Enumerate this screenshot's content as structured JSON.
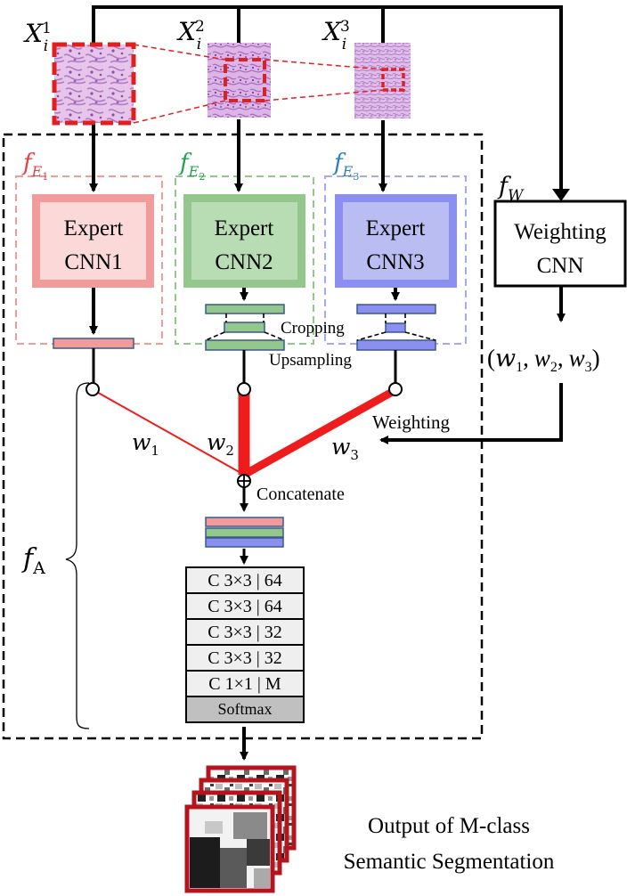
{
  "inputs": {
    "x1": {
      "base": "X",
      "sub": "i",
      "sup": "1"
    },
    "x2": {
      "base": "X",
      "sub": "i",
      "sup": "2"
    },
    "x3": {
      "base": "X",
      "sub": "i",
      "sup": "3"
    }
  },
  "experts": [
    {
      "func_base": "f",
      "func_sub": "E",
      "func_subsub": "1",
      "line1": "Expert",
      "line2": "CNN1",
      "color": "#e8403f",
      "fill": "#f8c9c9",
      "inner": "#fbd9d9",
      "bar": "#f19b9b"
    },
    {
      "func_base": "f",
      "func_sub": "E",
      "func_subsub": "2",
      "line1": "Expert",
      "line2": "CNN2",
      "color": "#22a24c",
      "fill": "#9fce9a",
      "inner": "#b8dcb3",
      "bar": "#93c78c"
    },
    {
      "func_base": "f",
      "func_sub": "E",
      "func_subsub": "3",
      "line1": "Expert",
      "line2": "CNN3",
      "color": "#2b7fc0",
      "fill": "#9ea3ec",
      "inner": "#b9bdf2",
      "bar": "#8a8ff0"
    }
  ],
  "weighting": {
    "func_base": "f",
    "func_sub": "W",
    "line1": "Weighting",
    "line2": "CNN",
    "output": {
      "open": "(",
      "w": "w",
      "s1": "1",
      "s2": "2",
      "s3": "3",
      "sep": ",",
      "close": ")"
    },
    "arrow_label": "Weighting"
  },
  "labels": {
    "cropping": "Cropping",
    "upsampling": "Upsampling",
    "concatenate": "Concatenate",
    "w1": {
      "base": "w",
      "sub": "1"
    },
    "w2": {
      "base": "w",
      "sub": "2"
    },
    "w3": {
      "base": "w",
      "sub": "3"
    },
    "fa": {
      "base": "f",
      "sub": "A"
    }
  },
  "layers": [
    "C 3×3 | 64",
    "C 3×3 | 64",
    "C 3×3 | 32",
    "C 3×3 | 32",
    "C 1×1 | M",
    "Softmax"
  ],
  "output": {
    "line1": "Output of  M-class",
    "line2": "Semantic Segmentation"
  }
}
